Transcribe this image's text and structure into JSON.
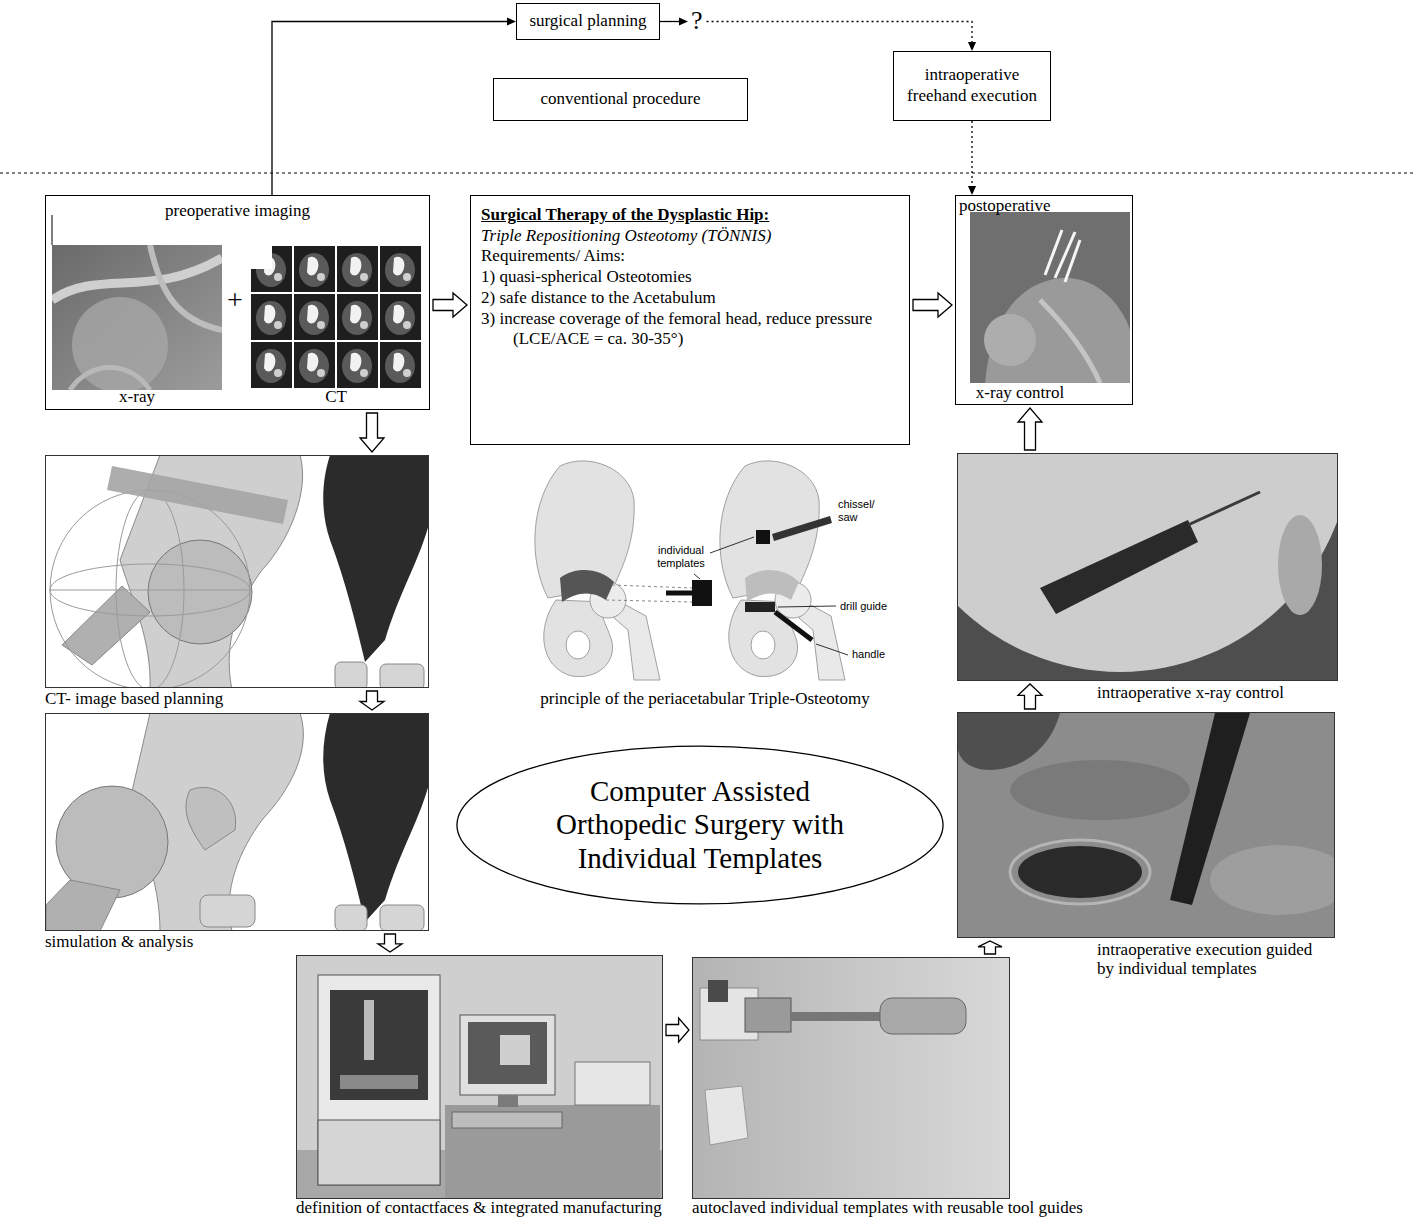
{
  "diagram": {
    "nodes": [
      {
        "text": [
          "surgical planning"
        ]
      },
      {
        "text": [
          "conventional procedure"
        ]
      },
      {
        "text": [
          "intraoperative freehand execution"
        ]
      },
      {
        "text": [
          "preoperative imaging",
          "x-ray",
          "CT"
        ]
      },
      {
        "text": [
          "Surgical Therapy of the Dysplastic Hip:",
          "Triple Repositioning Osteotomy (TÖNNIS)",
          "Requirements/ Aims:",
          "1) quasi-spherical Osteotomies",
          "2) safe distance to the Acetabulum",
          "3) increase coverage of the femoral head, reduce pressure (LCE/ACE = ca. 30-35°)"
        ]
      },
      {
        "text": [
          "postoperative",
          "x-ray control"
        ]
      },
      {
        "text": [
          "CT- image based planning"
        ]
      },
      {
        "text": [
          "simulation & analysis"
        ]
      },
      {
        "text": [
          "definition of contactfaces & integrated manufacturing"
        ]
      },
      {
        "text": [
          "autoclaved individual templates with reusable tool guides"
        ]
      },
      {
        "text": [
          "intraoperative execution guided by individual templates"
        ]
      },
      {
        "text": [
          "intraoperative x-ray control"
        ]
      },
      {
        "text": [
          "Computer Assisted Orthopedic Surgery with Individual Templates"
        ]
      }
    ],
    "edges": [
      {
        "from": 3,
        "to": 0,
        "arrow": "to"
      },
      {
        "from": 0,
        "to": 2,
        "label": "?",
        "arrow": "to"
      },
      {
        "from": 2,
        "to": 5,
        "arrow": "to"
      },
      {
        "from": 3,
        "to": 4,
        "arrow": "to"
      },
      {
        "from": 4,
        "to": 5,
        "arrow": "to"
      },
      {
        "from": 3,
        "to": 6,
        "arrow": "to"
      },
      {
        "from": 6,
        "to": 7,
        "arrow": "to"
      },
      {
        "from": 7,
        "to": 8,
        "arrow": "to"
      },
      {
        "from": 8,
        "to": 9,
        "arrow": "to"
      },
      {
        "from": 9,
        "to": 10,
        "arrow": "to"
      },
      {
        "from": 10,
        "to": 11,
        "arrow": "to"
      },
      {
        "from": 11,
        "to": 5,
        "arrow": "to"
      }
    ],
    "labels": [
      "+",
      "principle of the periacetabular Triple-Osteotomy",
      "chissel/ saw",
      "individual templates",
      "drill guide",
      "handle"
    ]
  }
}
